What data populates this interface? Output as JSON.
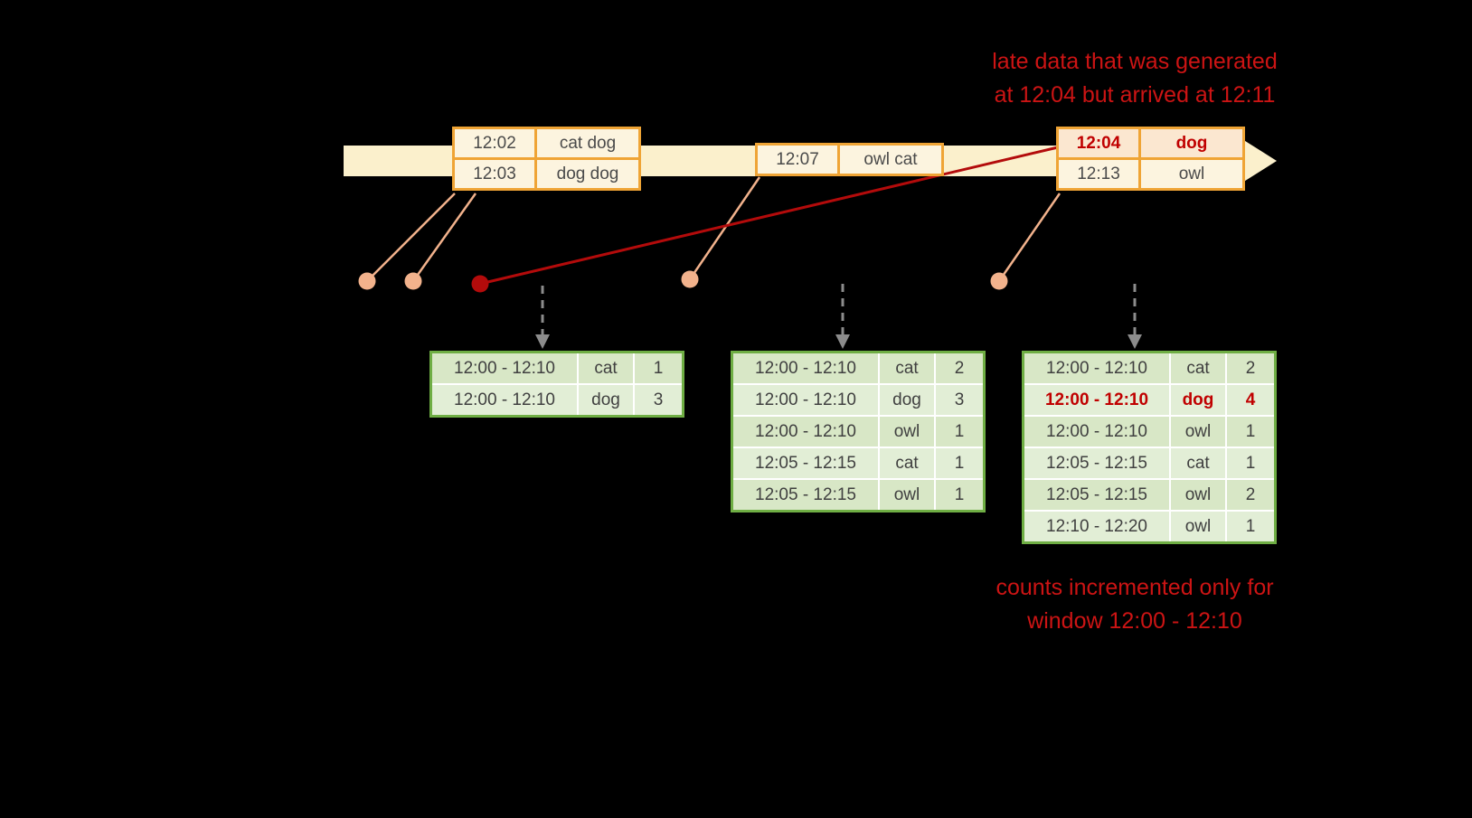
{
  "colors": {
    "background": "#000000",
    "timeline_fill": "#fbf0cc",
    "event_border": "#efa435",
    "event_fill": "#fcf4df",
    "late_event_fill": "#fbe7d0",
    "late_red": "#c00000",
    "annotation_red": "#cc1414",
    "connector_salmon": "#f2b28c",
    "table_green_border": "#6fae44",
    "table_cell_green": "#d8e7c6",
    "trigger_arrow_gray": "#8c8c8c"
  },
  "annotations": {
    "late_data": {
      "line1": "late data that was generated",
      "line2": "at 12:04 but arrived at 12:11"
    },
    "counts": {
      "line1": "counts incremented only for",
      "line2": "window 12:00 - 12:10"
    }
  },
  "event_groups": {
    "g1": {
      "rows": [
        {
          "time": "12:02",
          "words": "cat dog"
        },
        {
          "time": "12:03",
          "words": "dog dog"
        }
      ]
    },
    "g2": {
      "rows": [
        {
          "time": "12:07",
          "words": "owl cat"
        }
      ]
    },
    "g3": {
      "rows": [
        {
          "time": "12:04",
          "words": "dog"
        },
        {
          "time": "12:13",
          "words": "owl"
        }
      ]
    }
  },
  "result_tables": {
    "t1": {
      "rows": [
        [
          "12:00 - 12:10",
          "cat",
          "1"
        ],
        [
          "12:00 - 12:10",
          "dog",
          "3"
        ]
      ]
    },
    "t2": {
      "rows": [
        [
          "12:00 - 12:10",
          "cat",
          "2"
        ],
        [
          "12:00 - 12:10",
          "dog",
          "3"
        ],
        [
          "12:00 - 12:10",
          "owl",
          "1"
        ],
        [
          "12:05 - 12:15",
          "cat",
          "1"
        ],
        [
          "12:05 - 12:15",
          "owl",
          "1"
        ]
      ]
    },
    "t3": {
      "rows": [
        [
          "12:00 - 12:10",
          "cat",
          "2"
        ],
        [
          "12:00 - 12:10",
          "dog",
          "4"
        ],
        [
          "12:00 - 12:10",
          "owl",
          "1"
        ],
        [
          "12:05 - 12:15",
          "cat",
          "1"
        ],
        [
          "12:05 - 12:15",
          "owl",
          "2"
        ],
        [
          "12:10 - 12:20",
          "owl",
          "1"
        ]
      ]
    }
  }
}
